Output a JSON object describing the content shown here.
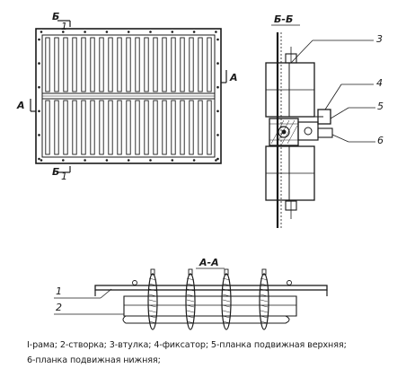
{
  "front_view": {
    "cut_mark_top": "Б",
    "cut_mark_bottom": "Б",
    "cut_mark_left": "А",
    "cut_mark_right": "А",
    "slat_count": 19
  },
  "section_bb": {
    "title": "Б-Б",
    "callouts": [
      "3",
      "4",
      "5",
      "6"
    ]
  },
  "section_aa": {
    "title": "А-А",
    "callouts": [
      "1",
      "2"
    ]
  },
  "legend": {
    "line1": "I-рама; 2-створка; 3-втулка; 4-фиксатор; 5-планка подвижная верхняя;",
    "line2": "6-планка подвижная нижняя;"
  }
}
